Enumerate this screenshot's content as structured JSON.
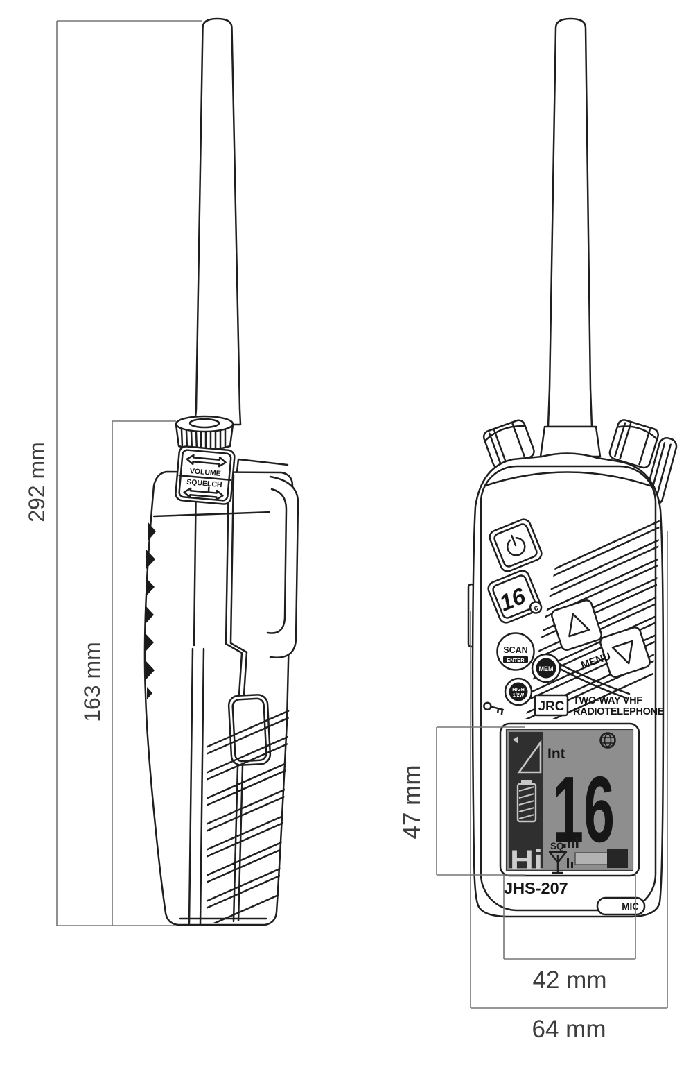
{
  "dimensions": {
    "overall_height": "292 mm",
    "body_height": "163 mm",
    "display_height": "47 mm",
    "display_width": "42 mm",
    "body_width": "64 mm"
  },
  "side_view": {
    "volume_label": "VOLUME",
    "squelch_label": "SQUELCH"
  },
  "front_view": {
    "buttons": {
      "channel16": "16",
      "channel16_sub": "c",
      "scan": "SCAN",
      "scan_sub": "ENTER",
      "mem": "MEM",
      "power_hi": "HIGH",
      "power_lo": "1/2W",
      "menu": "MENU"
    },
    "branding": {
      "logo": "JRC",
      "line1": "TWO-WAY VHF",
      "line2": "RADIOTELEPHONE"
    },
    "display": {
      "band": "Int",
      "channel": "16",
      "tx_power": "Hi",
      "squelch": "SQ"
    },
    "model": "JHS-207",
    "mic": "MIC"
  },
  "colors": {
    "line": "#1f1f1f",
    "dimension_line": "#757575",
    "lcd_background": "#8e8e8e",
    "lcd_sidebar": "#2f2f2f",
    "lcd_text": "#161616"
  }
}
